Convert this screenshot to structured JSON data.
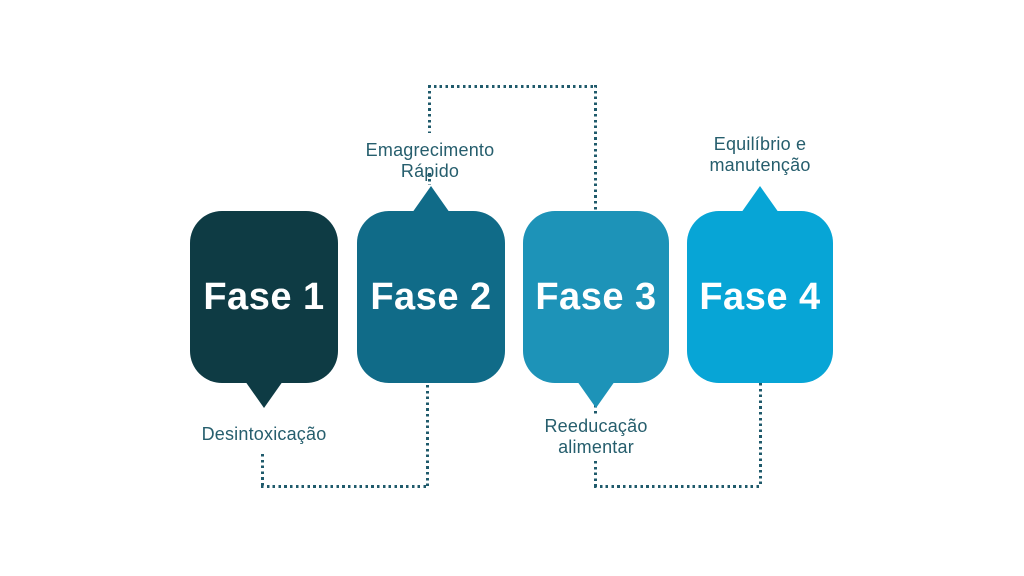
{
  "diagram": {
    "background": "#ffffff",
    "connector_color": "#1f5a6b",
    "annotation_text_color": "#265e6d",
    "phase_label_color": "#ffffff",
    "phases": [
      {
        "label": "Fase 1",
        "color": "#0e3b44",
        "annotation_lines": [
          "Desintoxicação"
        ],
        "annotation_position": "below",
        "pointer_direction": "down"
      },
      {
        "label": "Fase 2",
        "color": "#106b88",
        "annotation_lines": [
          "Emagrecimento",
          "Rápido"
        ],
        "annotation_position": "above",
        "pointer_direction": "up"
      },
      {
        "label": "Fase 3",
        "color": "#1d93b8",
        "annotation_lines": [
          "Reeducação",
          "alimentar"
        ],
        "annotation_position": "below",
        "pointer_direction": "down"
      },
      {
        "label": "Fase 4",
        "color": "#07a5d6",
        "annotation_lines": [
          "Equilíbrio e",
          "manutenção"
        ],
        "annotation_position": "above",
        "pointer_direction": "up"
      }
    ]
  }
}
